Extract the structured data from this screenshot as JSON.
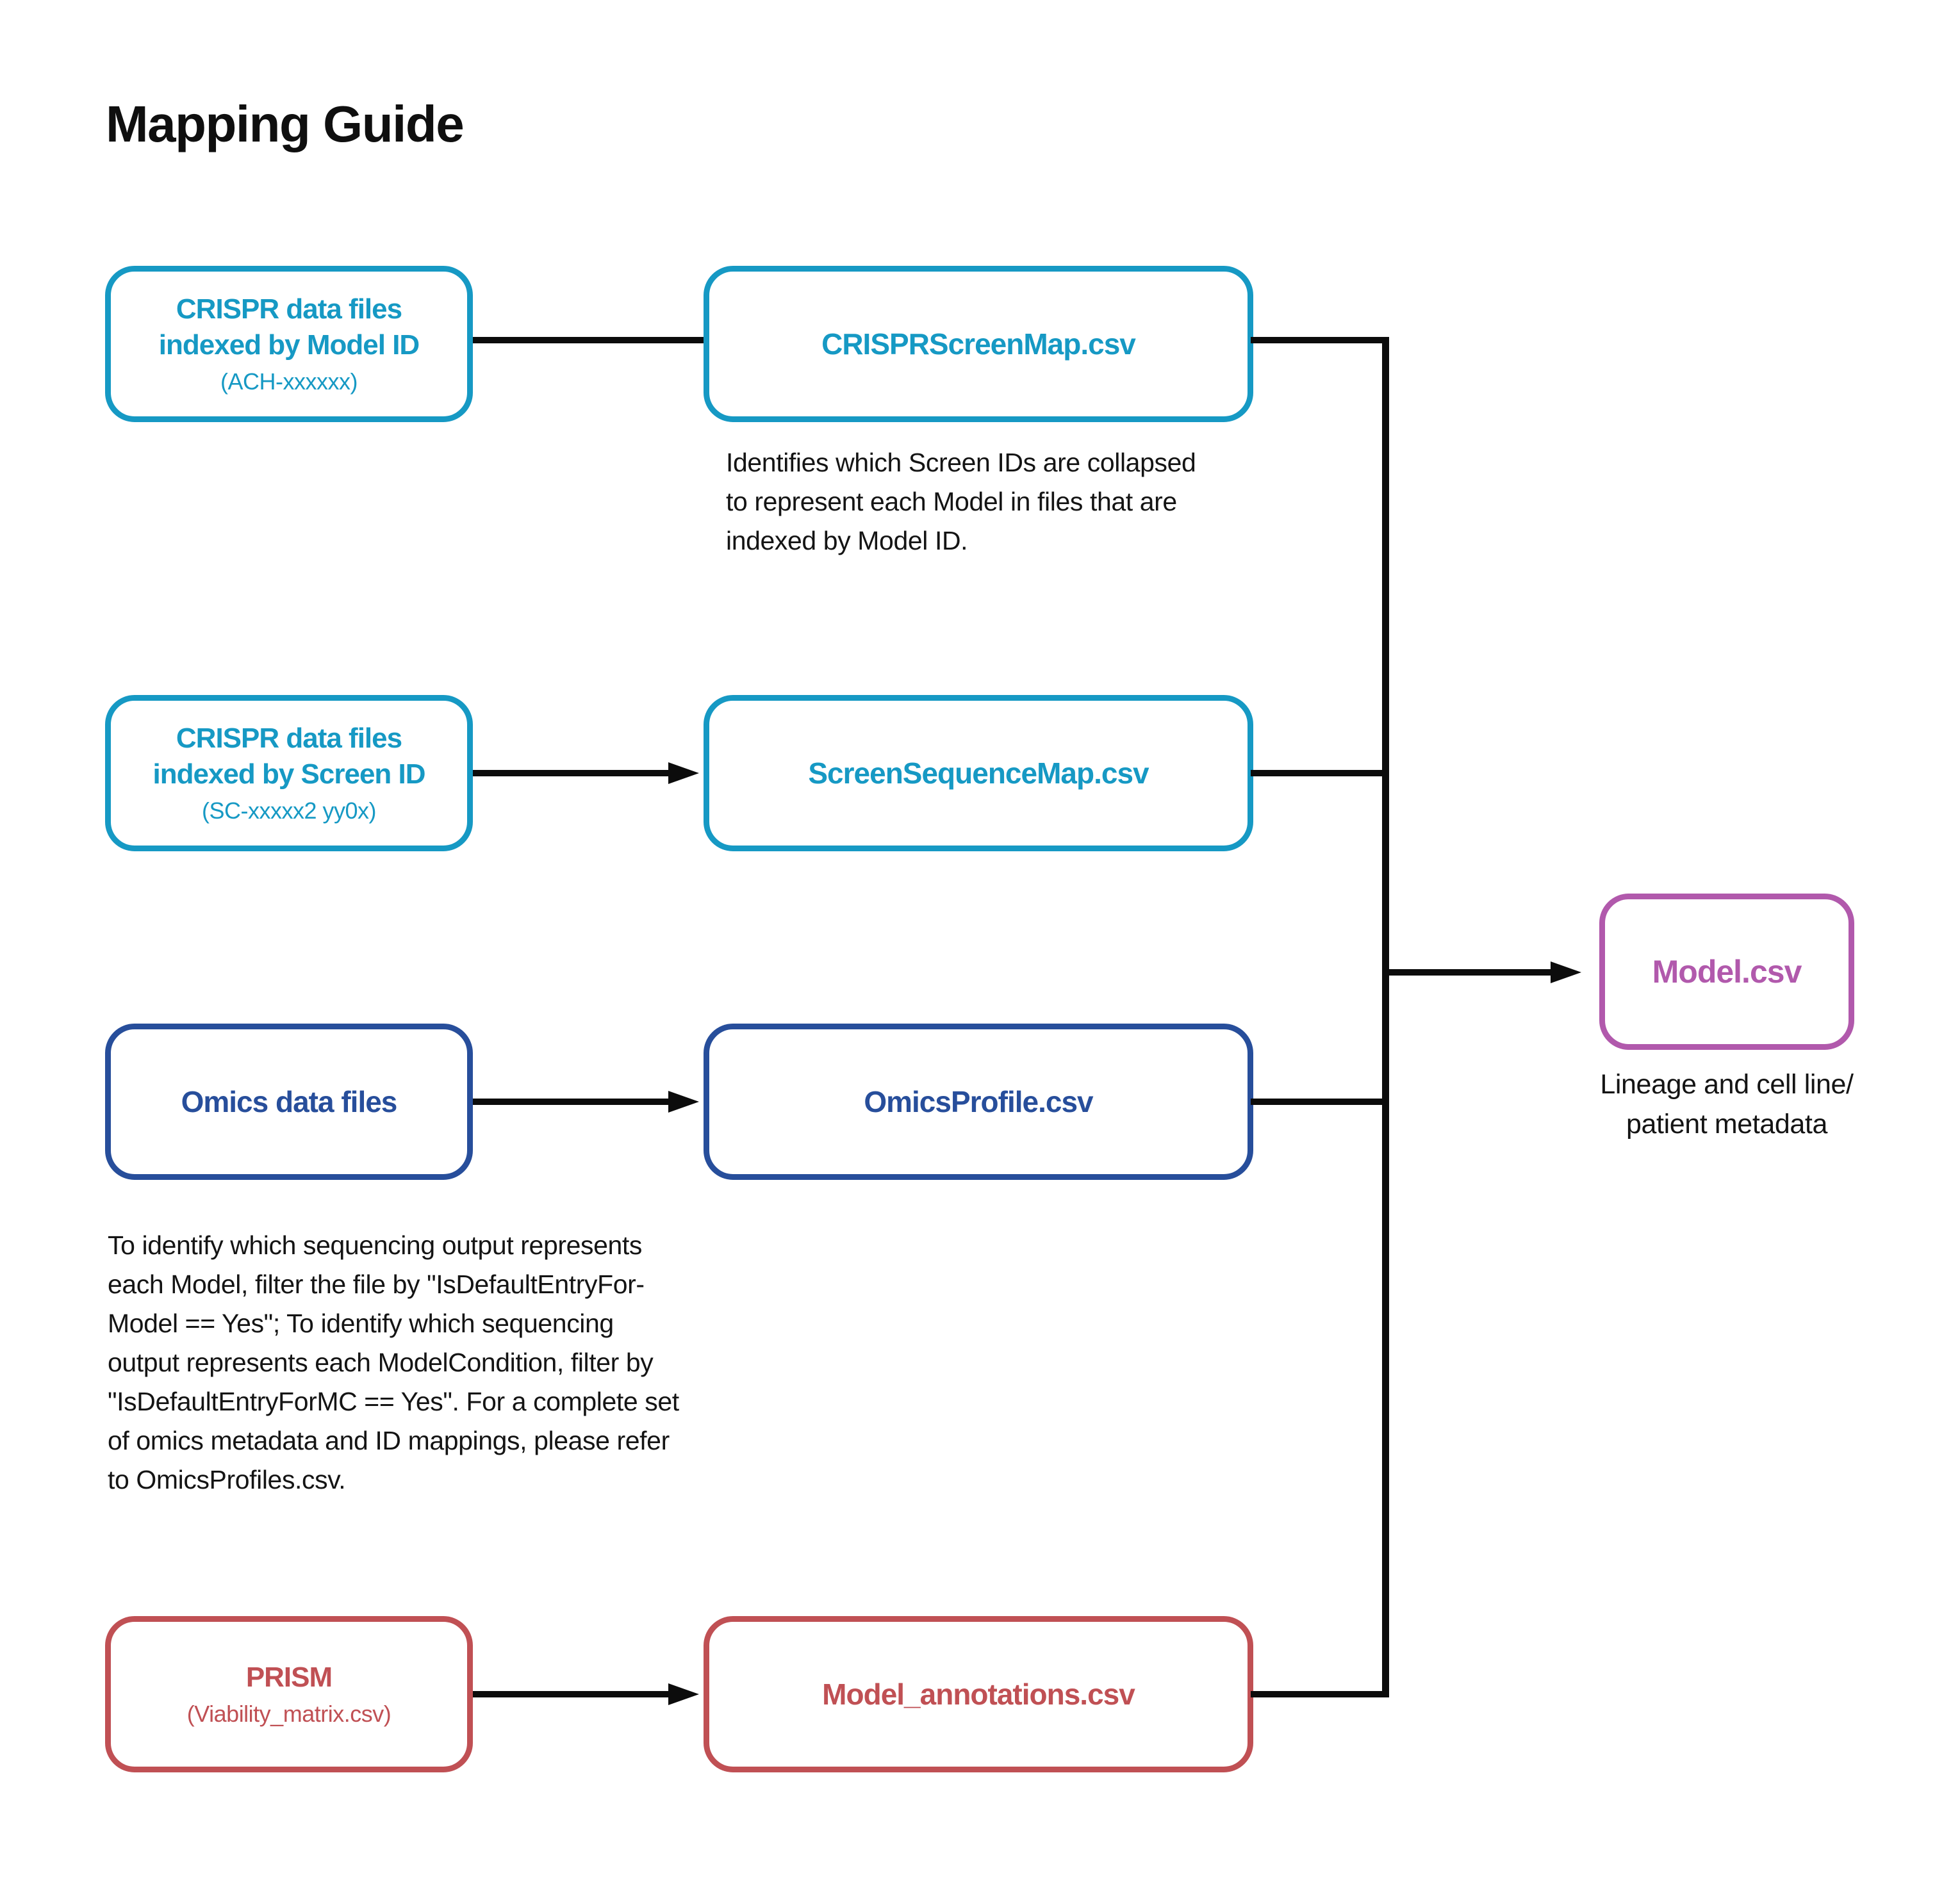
{
  "title": "Mapping Guide",
  "nodes": {
    "crispr_model_id": {
      "line1": "CRISPR data files",
      "line2": "indexed by Model ID",
      "subtitle": "(ACH-xxxxxx)"
    },
    "crispr_screen_id": {
      "line1": "CRISPR data files",
      "line2": "indexed by Screen ID",
      "subtitle": "(SC-xxxxx2 yy0x)"
    },
    "omics": {
      "title": "Omics data files"
    },
    "prism": {
      "title": "PRISM",
      "subtitle": "(Viability_matrix.csv)"
    },
    "crispr_screen_map": {
      "title": "CRISPRScreenMap.csv"
    },
    "screen_sequence_map": {
      "title": "ScreenSequenceMap.csv"
    },
    "omics_profile": {
      "title": "OmicsProfile.csv"
    },
    "model_annotations": {
      "title": "Model_annotations.csv"
    },
    "model": {
      "title": "Model.csv"
    }
  },
  "notes": {
    "screen_map_note": {
      "lines": [
        "Identifies which Screen IDs are collapsed",
        "to represent each Model in files that are",
        "indexed by Model ID."
      ]
    },
    "omics_note": {
      "lines": [
        "To identify which sequencing output represents",
        "each Model, filter the file by \"IsDefaultEntryFor-",
        "Model == Yes\"; To identify which sequencing",
        "output represents each ModelCondition, filter by",
        "\"IsDefaultEntryForMC == Yes\". For a complete set",
        "of omics metadata and ID mappings, please refer",
        "to OmicsProfiles.csv."
      ]
    },
    "model_note": {
      "lines": [
        "Lineage and cell line/",
        "patient metadata"
      ]
    }
  },
  "colors": {
    "teal": "#1699c4",
    "dark_blue": "#274e9b",
    "red": "#c05054",
    "purple": "#b159ac",
    "connector_black": "#0c0c0c",
    "text_black": "#141414"
  }
}
